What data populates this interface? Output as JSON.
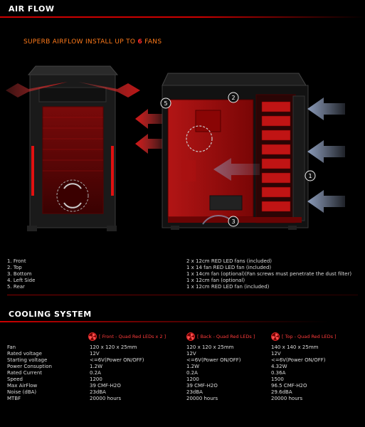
{
  "airflow": {
    "title": "AIR FLOW",
    "subtitle_prefix": "SUPERB AIRFLOW INSTALL UP TO",
    "subtitle_number": "6",
    "subtitle_suffix": "FANS",
    "markers": [
      "2",
      "5",
      "1",
      "3"
    ],
    "positions": [
      {
        "label": "1. Front",
        "detail": "2 x 12cm RED LED fans (included)"
      },
      {
        "label": "2. Top",
        "detail": "1 x 14 fan RED LED fan (included)"
      },
      {
        "label": "3. Bottom",
        "detail": "1 x 14cm fan (optional)(Fan screws must penetrate the dust filter)"
      },
      {
        "label": "4. Left Side",
        "detail": "1 x 12cm fan (optional)"
      },
      {
        "label": "5. Rear",
        "detail": "1 x 12cm RED LED fan (included)"
      }
    ]
  },
  "cooling": {
    "title": "COOLING SYSTEM",
    "columns": [
      "[ Front - Quad Red LEDs x 2 ]",
      "[ Back - Quad Red LEDs ]",
      "[ Top - Quad Red LEDs ]"
    ],
    "rows": [
      {
        "label": "Fan",
        "values": [
          "120 x 120 x 25mm",
          "120 x 120 x 25mm",
          "140 x 140 x 25mm"
        ]
      },
      {
        "label": "Rated voltage",
        "values": [
          "12V",
          "12V",
          "12V"
        ]
      },
      {
        "label": "Starting voltage",
        "values": [
          "<=6V(Power ON/OFF)",
          "<=6V(Power ON/OFF)",
          "<=6V(Power ON/OFF)"
        ]
      },
      {
        "label": "Power Consuption",
        "values": [
          "1.2W",
          "1.2W",
          "4.32W"
        ]
      },
      {
        "label": "Rated Current",
        "values": [
          "0.2A",
          "0.2A",
          "0.36A"
        ]
      },
      {
        "label": "Speed",
        "values": [
          "1200",
          "1200",
          "1500"
        ]
      },
      {
        "label": "Max AirFlow",
        "values": [
          "39 CMF-H2O",
          "39 CMF-H2O",
          "96.5 CMF-H2O"
        ]
      },
      {
        "label": "Noise (dBA)",
        "values": [
          "23dBA",
          "23dBA",
          "29.6dBA"
        ]
      },
      {
        "label": "MTBF",
        "values": [
          "20000 hours",
          "20000 hours",
          "20000 hours"
        ]
      }
    ]
  },
  "colors": {
    "accent": "#ff1a1a",
    "subtitle": "#ff7a1a",
    "arrow_in": "#8a9ab8",
    "arrow_out": "#d01818"
  }
}
